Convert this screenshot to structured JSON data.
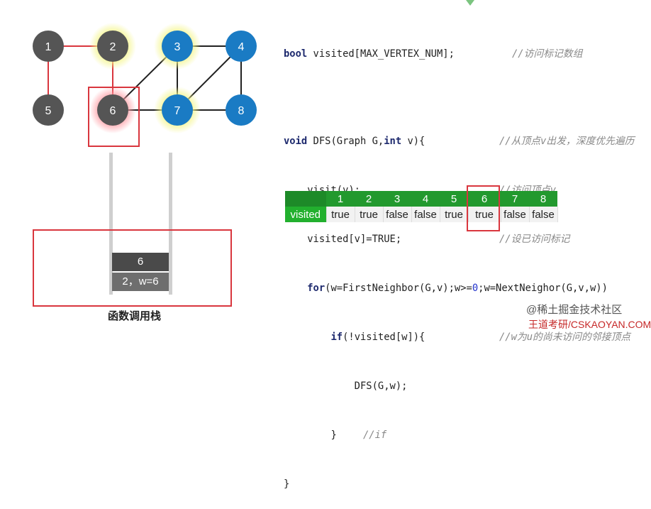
{
  "graph": {
    "nodes": [
      {
        "id": "1",
        "label": "1",
        "color": "#555555",
        "highlight": false
      },
      {
        "id": "2",
        "label": "2",
        "color": "#555555",
        "highlight": true
      },
      {
        "id": "3",
        "label": "3",
        "color": "#1a7bc4",
        "highlight": true
      },
      {
        "id": "4",
        "label": "4",
        "color": "#1a7bc4",
        "highlight": false
      },
      {
        "id": "5",
        "label": "5",
        "color": "#555555",
        "highlight": false
      },
      {
        "id": "6",
        "label": "6",
        "color": "#555555",
        "highlight": true
      },
      {
        "id": "7",
        "label": "7",
        "color": "#1a7bc4",
        "highlight": true
      },
      {
        "id": "8",
        "label": "8",
        "color": "#1a7bc4",
        "highlight": false
      }
    ],
    "edges": [
      {
        "from": "1",
        "to": "2",
        "visited": true
      },
      {
        "from": "1",
        "to": "5",
        "visited": true
      },
      {
        "from": "2",
        "to": "6",
        "visited": true
      },
      {
        "from": "3",
        "to": "4",
        "visited": false
      },
      {
        "from": "3",
        "to": "6",
        "visited": false
      },
      {
        "from": "3",
        "to": "7",
        "visited": false
      },
      {
        "from": "4",
        "to": "7",
        "visited": false
      },
      {
        "from": "4",
        "to": "8",
        "visited": false
      },
      {
        "from": "6",
        "to": "7",
        "visited": false
      },
      {
        "from": "7",
        "to": "8",
        "visited": false
      }
    ],
    "visited_edge_color": "#d9363e",
    "edge_color": "#222222"
  },
  "code": {
    "l1": {
      "kw": "bool",
      "text": " visited[MAX_VERTEX_NUM];",
      "comment": "//访问标记数组"
    },
    "l2": {
      "kw1": "void",
      "a": " DFS(Graph G,",
      "kw2": "int",
      "b": " v){",
      "comment": "//从顶点v出发，深度优先遍历"
    },
    "l3": {
      "text": "    visit(v);",
      "comment": "//访问顶点v"
    },
    "l4": {
      "text": "    visited[v]=TRUE;",
      "comment": "//设已访问标记"
    },
    "l5": {
      "kw": "for",
      "a": "(w=FirstNeighbor(G,v);w>=",
      "num": "0",
      "b": ";w=NextNeighor(G,v,w))"
    },
    "l6": {
      "kw": "if",
      "a": "(!visited[w]){",
      "comment": "//w为u的尚未访问的邻接顶点"
    },
    "l7": {
      "text": "            DFS(G,w);"
    },
    "l8": {
      "a": "        }",
      "comment": "//if"
    },
    "l9": {
      "text": "}"
    }
  },
  "visited_table": {
    "label": "visited",
    "headers": [
      "1",
      "2",
      "3",
      "4",
      "5",
      "6",
      "7",
      "8"
    ],
    "values": [
      "true",
      "true",
      "false",
      "false",
      "true",
      "true",
      "false",
      "false"
    ],
    "highlight_index": 5
  },
  "stack": {
    "frames": [
      "6",
      "2，w=6"
    ],
    "label": "函数调用栈"
  },
  "footer": {
    "watermark": "@稀土掘金技术社区",
    "credit": "王道考研/CSKAOYAN.COM"
  }
}
